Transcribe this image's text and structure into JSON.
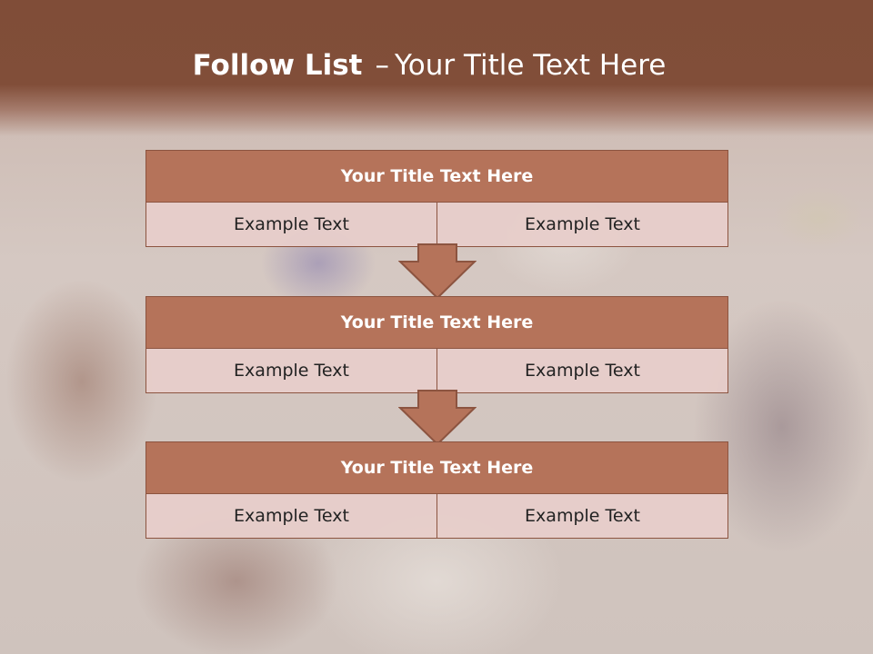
{
  "slide": {
    "title_bold": "Follow List",
    "title_separator": "–",
    "title_rest": "Your Title Text Here"
  },
  "blocks": [
    {
      "title": "Your Title Text Here",
      "left_text": "Example Text",
      "right_text": "Example Text"
    },
    {
      "title": "Your Title Text Here",
      "left_text": "Example Text",
      "right_text": "Example Text"
    },
    {
      "title": "Your Title Text Here",
      "left_text": "Example Text",
      "right_text": "Example Text"
    }
  ],
  "colors": {
    "header_brown": "#814e39",
    "block_header": "#b5735a",
    "cell_fill": "#e7ceca",
    "border": "#8c5440"
  },
  "icons": [
    "down-arrow-icon"
  ]
}
